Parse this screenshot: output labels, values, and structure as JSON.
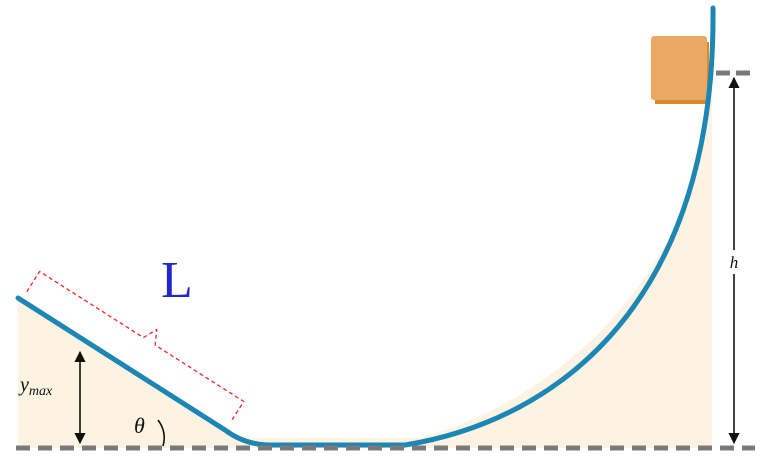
{
  "labels": {
    "length": "L",
    "y_max": "y",
    "y_max_subscript": "max",
    "angle": "θ",
    "height": "h"
  },
  "colors": {
    "track": "#1c86b5",
    "fill": "#fdf3e3",
    "block": "#eba864",
    "block_shadow": "#d98a27",
    "length_label": "#2525d0",
    "bracket": "#e8262b",
    "dash": "#7a7a7a",
    "arrow": "#111111"
  }
}
